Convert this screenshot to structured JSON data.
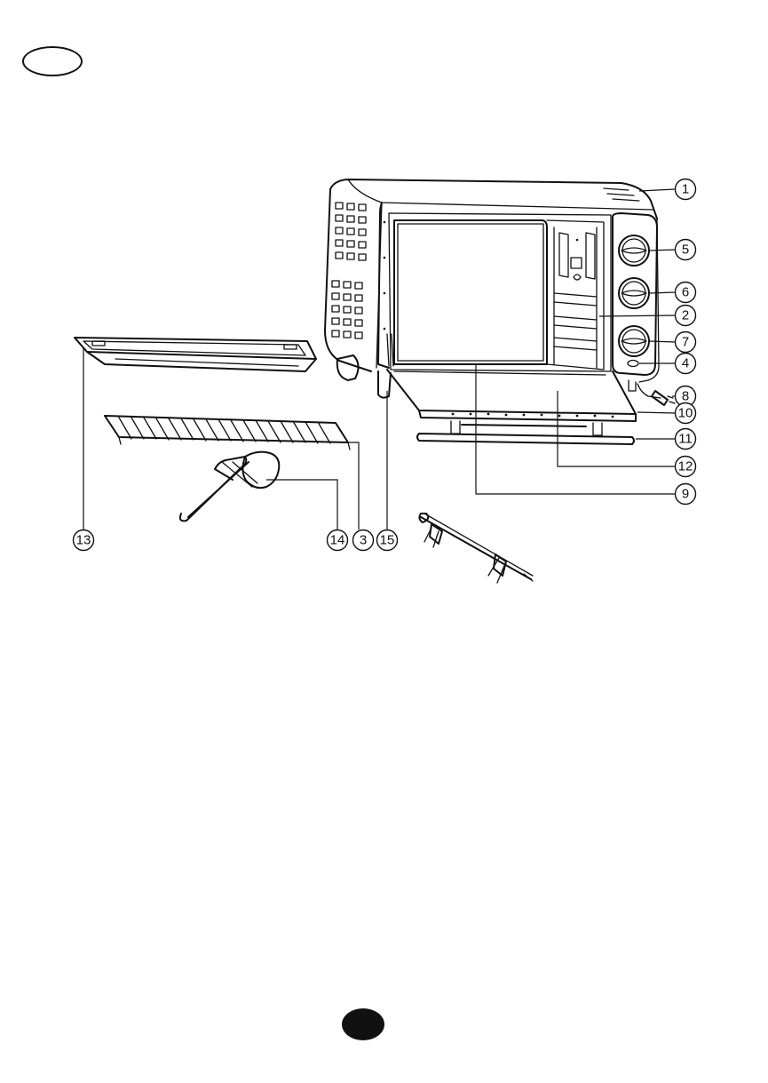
{
  "callouts": [
    {
      "id": "c1",
      "label": "1"
    },
    {
      "id": "c2",
      "label": "2"
    },
    {
      "id": "c3",
      "label": "3"
    },
    {
      "id": "c4",
      "label": "4"
    },
    {
      "id": "c5",
      "label": "5"
    },
    {
      "id": "c6",
      "label": "6"
    },
    {
      "id": "c7",
      "label": "7"
    },
    {
      "id": "c8",
      "label": "8"
    },
    {
      "id": "c9",
      "label": "9"
    },
    {
      "id": "c10",
      "label": "10"
    },
    {
      "id": "c11",
      "label": "11"
    },
    {
      "id": "c12",
      "label": "12"
    },
    {
      "id": "c13",
      "label": "13"
    },
    {
      "id": "c14",
      "label": "14"
    },
    {
      "id": "c15",
      "label": "15"
    }
  ]
}
